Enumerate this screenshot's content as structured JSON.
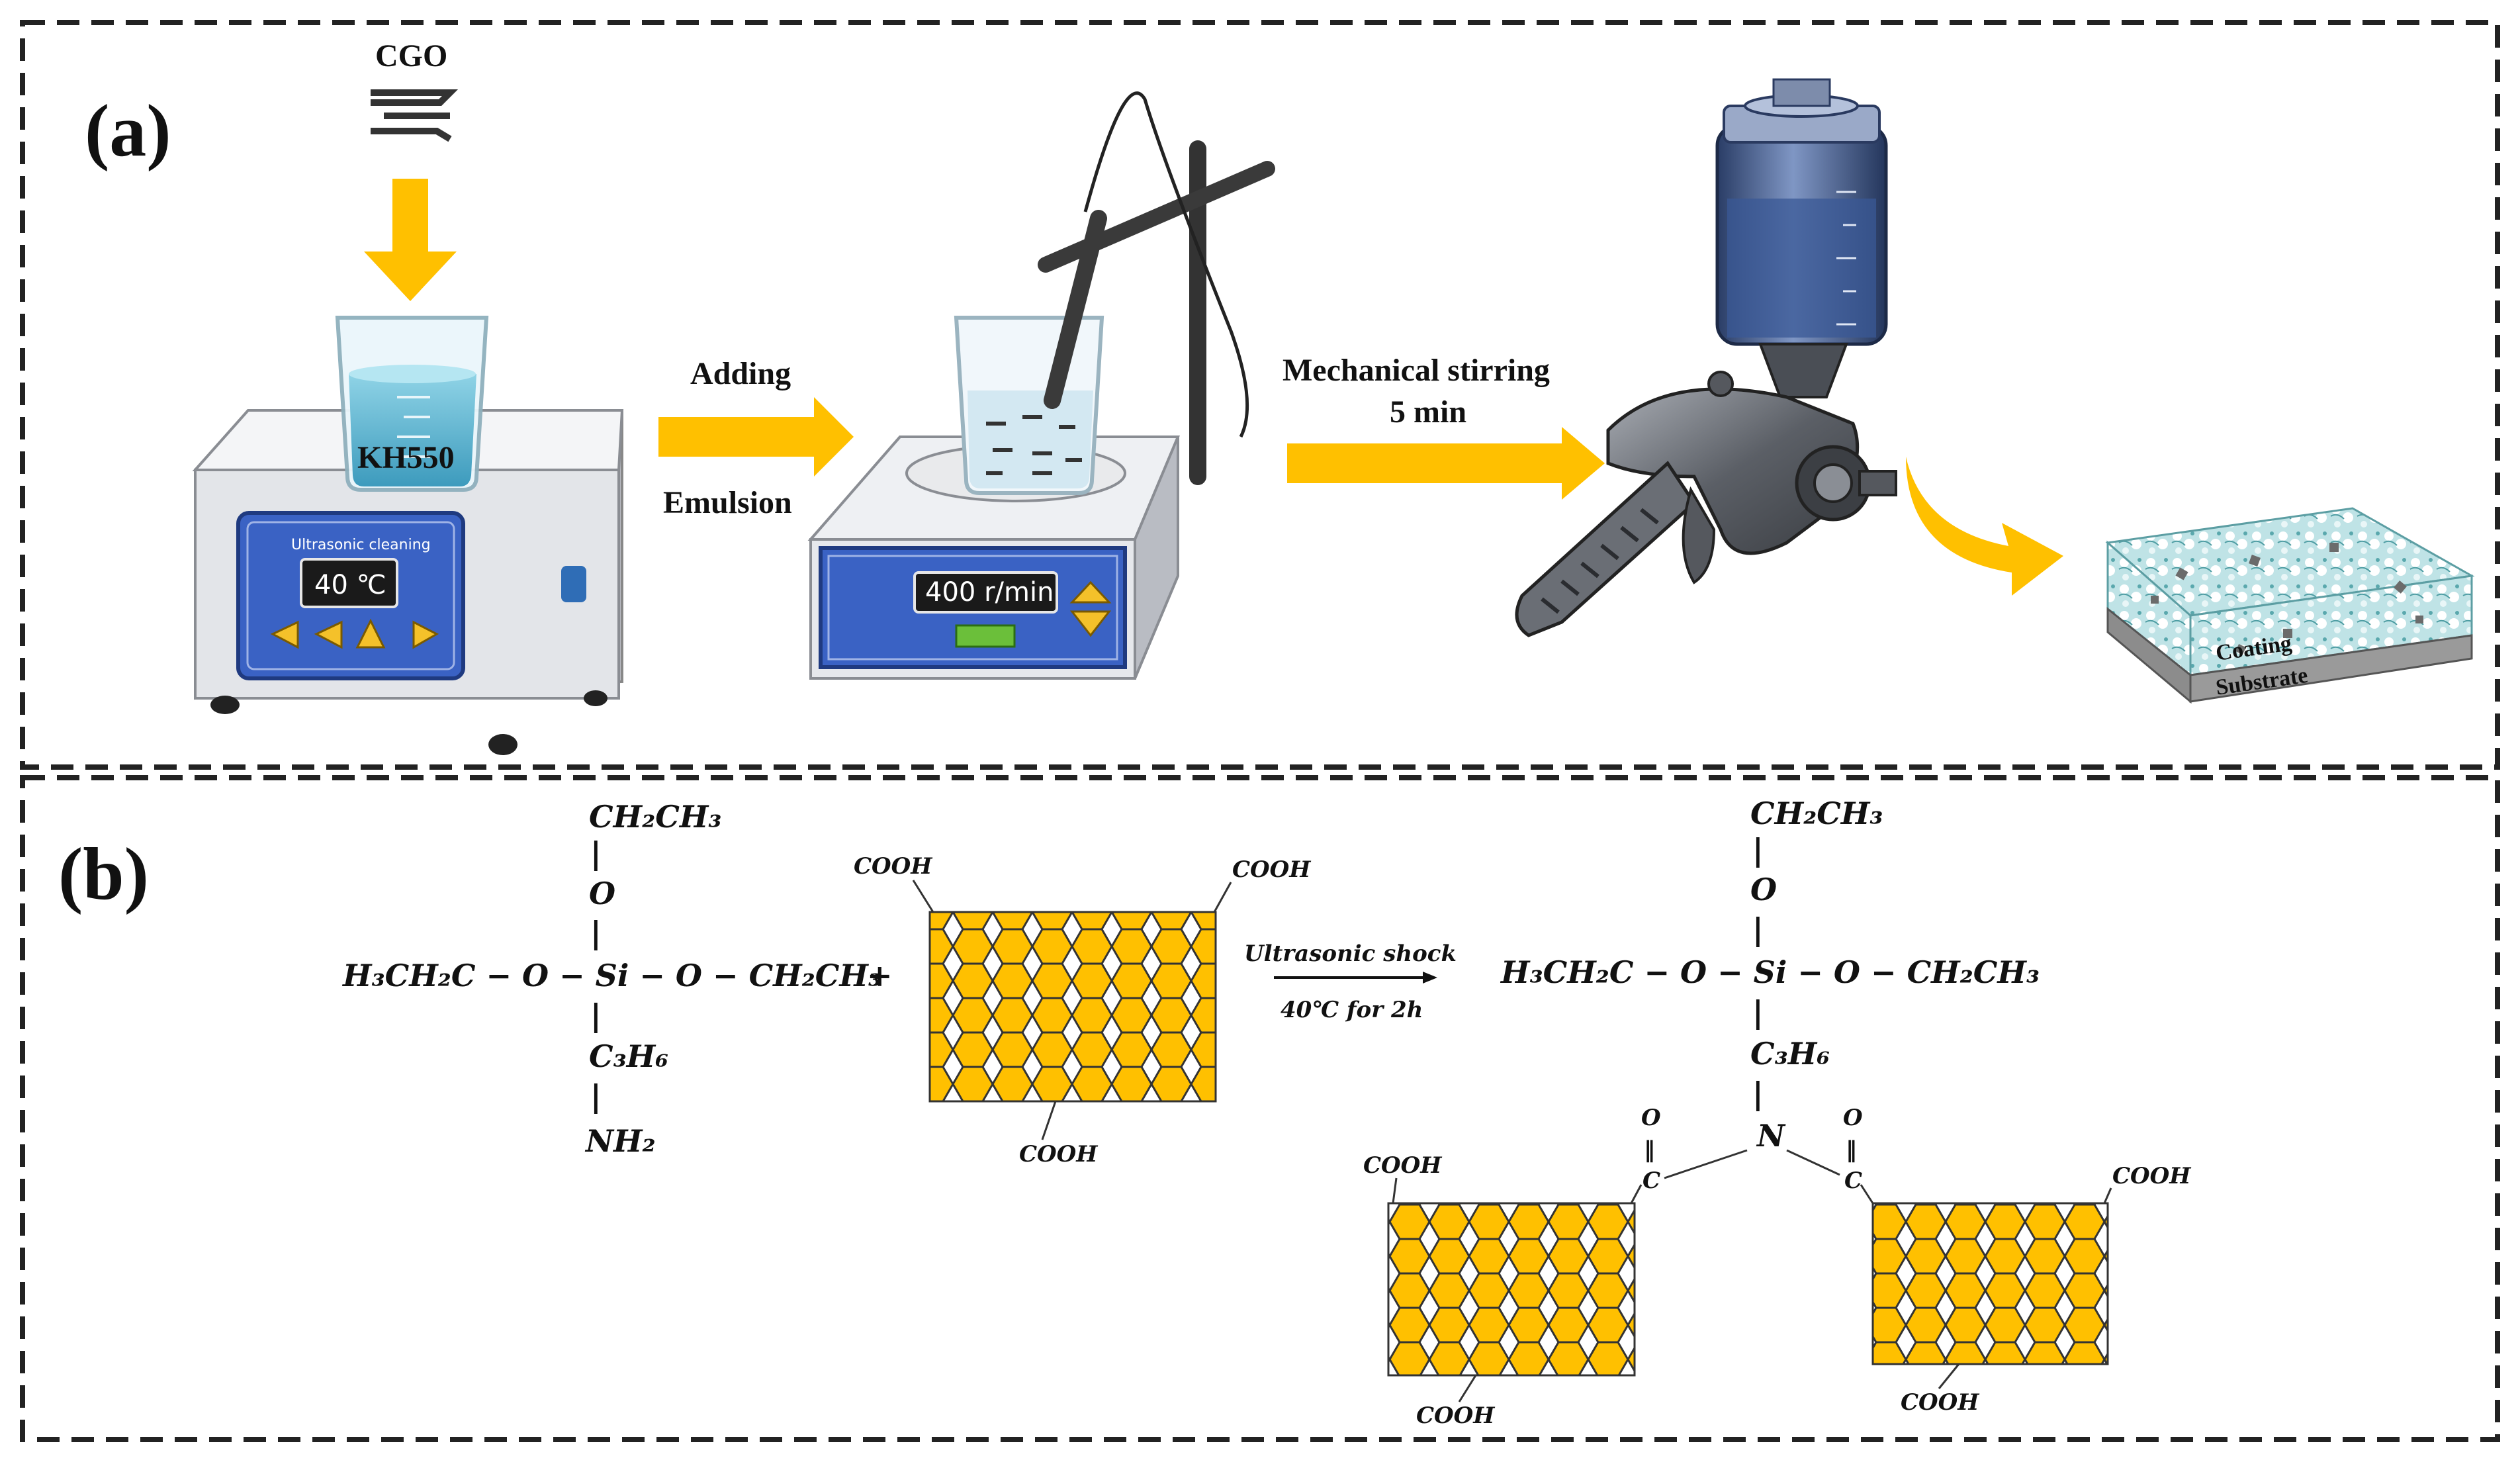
{
  "panel_a": {
    "label": "(a)",
    "cgo": "CGO",
    "kh550": "KH550",
    "ultrasonic_title": "Ultrasonic cleaning",
    "ultrasonic_temp": "40 ℃",
    "adding": "Adding",
    "emulsion": "Emulsion",
    "stirrer_speed": "400 r/min",
    "mech_stirring": "Mechanical stirring",
    "five_min": "5 min",
    "coating": "Coating",
    "substrate": "Substrate"
  },
  "panel_b": {
    "label": "(b)",
    "left_top": "CH₂CH₃",
    "o_top": "O",
    "bar": "|",
    "left_main": "H₃CH₂C − O − Si − O − CH₂CH₃",
    "c3h6": "C₃H₆",
    "nh2": "NH₂",
    "plus": "+",
    "cooh": "COOH",
    "arrow_top": "Ultrasonic shock",
    "arrow_bottom": "40℃ for 2h",
    "right_top": "CH₂CH₃",
    "right_main": "H₃CH₂C − O − Si − O − CH₂CH₃",
    "n": "N",
    "o": "O",
    "c": "C",
    "equals": "‖"
  },
  "colors": {
    "arrow": "#FFC000",
    "hex_fill": "#FFC000",
    "panel_blue": "#3A62C4",
    "device_grey": "#d9dbe0"
  }
}
